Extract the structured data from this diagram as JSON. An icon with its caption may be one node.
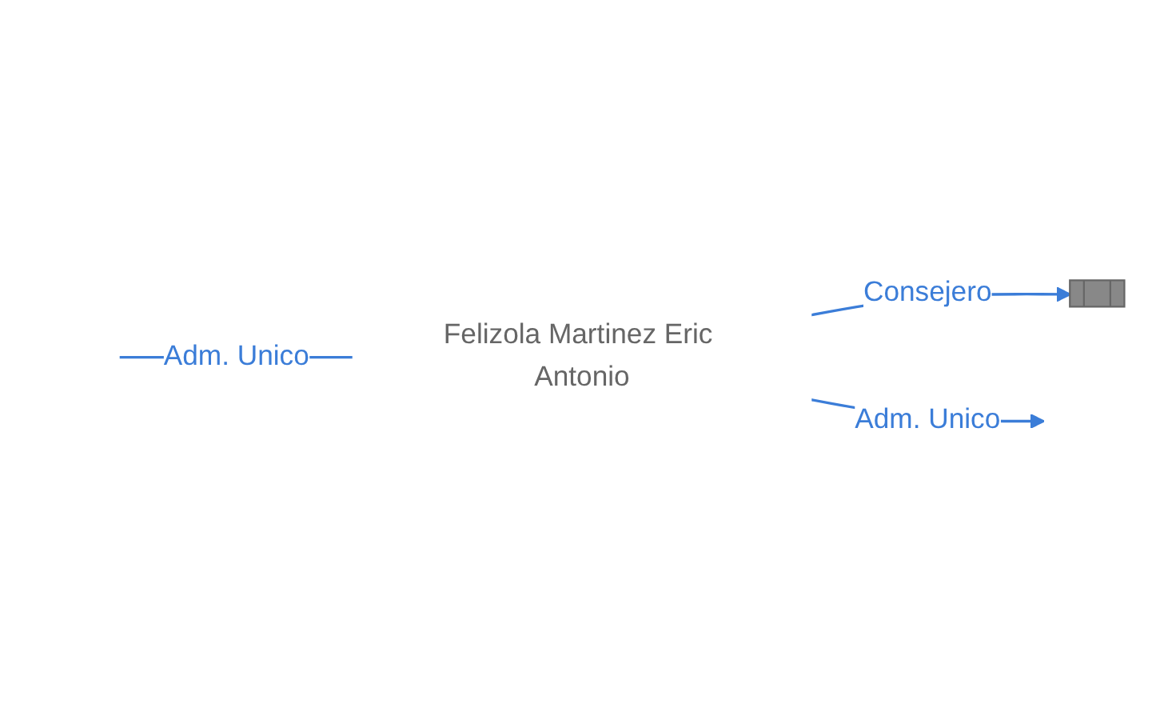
{
  "diagram": {
    "nodes": [
      {
        "text": [],
        "shape": "building"
      },
      {
        "text": [
          "Felizola Martinez Eric Antonio"
        ]
      }
    ],
    "edges": [
      {
        "from": 1,
        "to": 0,
        "label": "Consejero",
        "arrow": "to"
      },
      {
        "from": null,
        "to": 1,
        "label": "Adm. Unico",
        "arrow": "none"
      },
      {
        "from": 1,
        "to": null,
        "label": "Adm. Unico",
        "arrow": "to"
      }
    ]
  }
}
